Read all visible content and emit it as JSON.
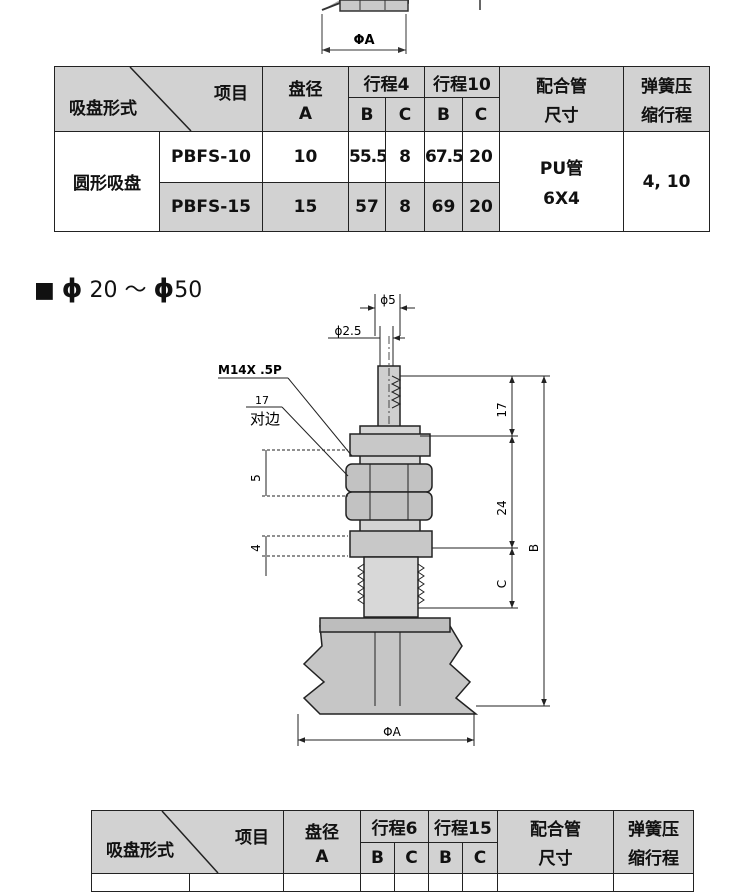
{
  "top_dim": {
    "label": "ΦA"
  },
  "table1": {
    "corner_left": "吸盘形式",
    "corner_right": "项目",
    "col_a_1": "盘径",
    "col_a_2": "A",
    "group1": "行程4",
    "group2": "行程10",
    "sub_b": "B",
    "sub_c": "C",
    "pipe_1": "配合管",
    "pipe_2": "尺寸",
    "spring_1": "弹簧压",
    "spring_2": "缩行程",
    "type_name": "圆形吸盘",
    "rows": [
      {
        "model": "PBFS-10",
        "a": "10",
        "b1": "55.5",
        "c1": "8",
        "b2": "67.5",
        "c2": "20"
      },
      {
        "model": "PBFS-15",
        "a": "15",
        "b1": "57",
        "c1": "8",
        "b2": "69",
        "c2": "20"
      }
    ],
    "pipe_value_1": "PU管",
    "pipe_value_2": "6X4",
    "spring_value": "4, 10"
  },
  "section": {
    "square": "■",
    "phi1": "ϕ",
    "from": "20",
    "tilde": "～",
    "phi2": "ϕ",
    "to": "50"
  },
  "drawing": {
    "phi5": "ϕ5",
    "phi25": "ϕ2.5",
    "thread": "M14X .5P",
    "across_num": "17",
    "across_text": "对边",
    "dim5": "5",
    "dim4": "4",
    "dim17": "17",
    "dim24": "24",
    "dimB": "B",
    "dimC": "C",
    "phiA": "ΦA"
  },
  "table2": {
    "corner_left": "吸盘形式",
    "corner_right": "项目",
    "col_a_1": "盘径",
    "col_a_2": "A",
    "group1": "行程6",
    "group2": "行程15",
    "sub_b": "B",
    "sub_c": "C",
    "pipe_1": "配合管",
    "pipe_2": "尺寸",
    "spring_1": "弹簧压",
    "spring_2": "缩行程"
  }
}
